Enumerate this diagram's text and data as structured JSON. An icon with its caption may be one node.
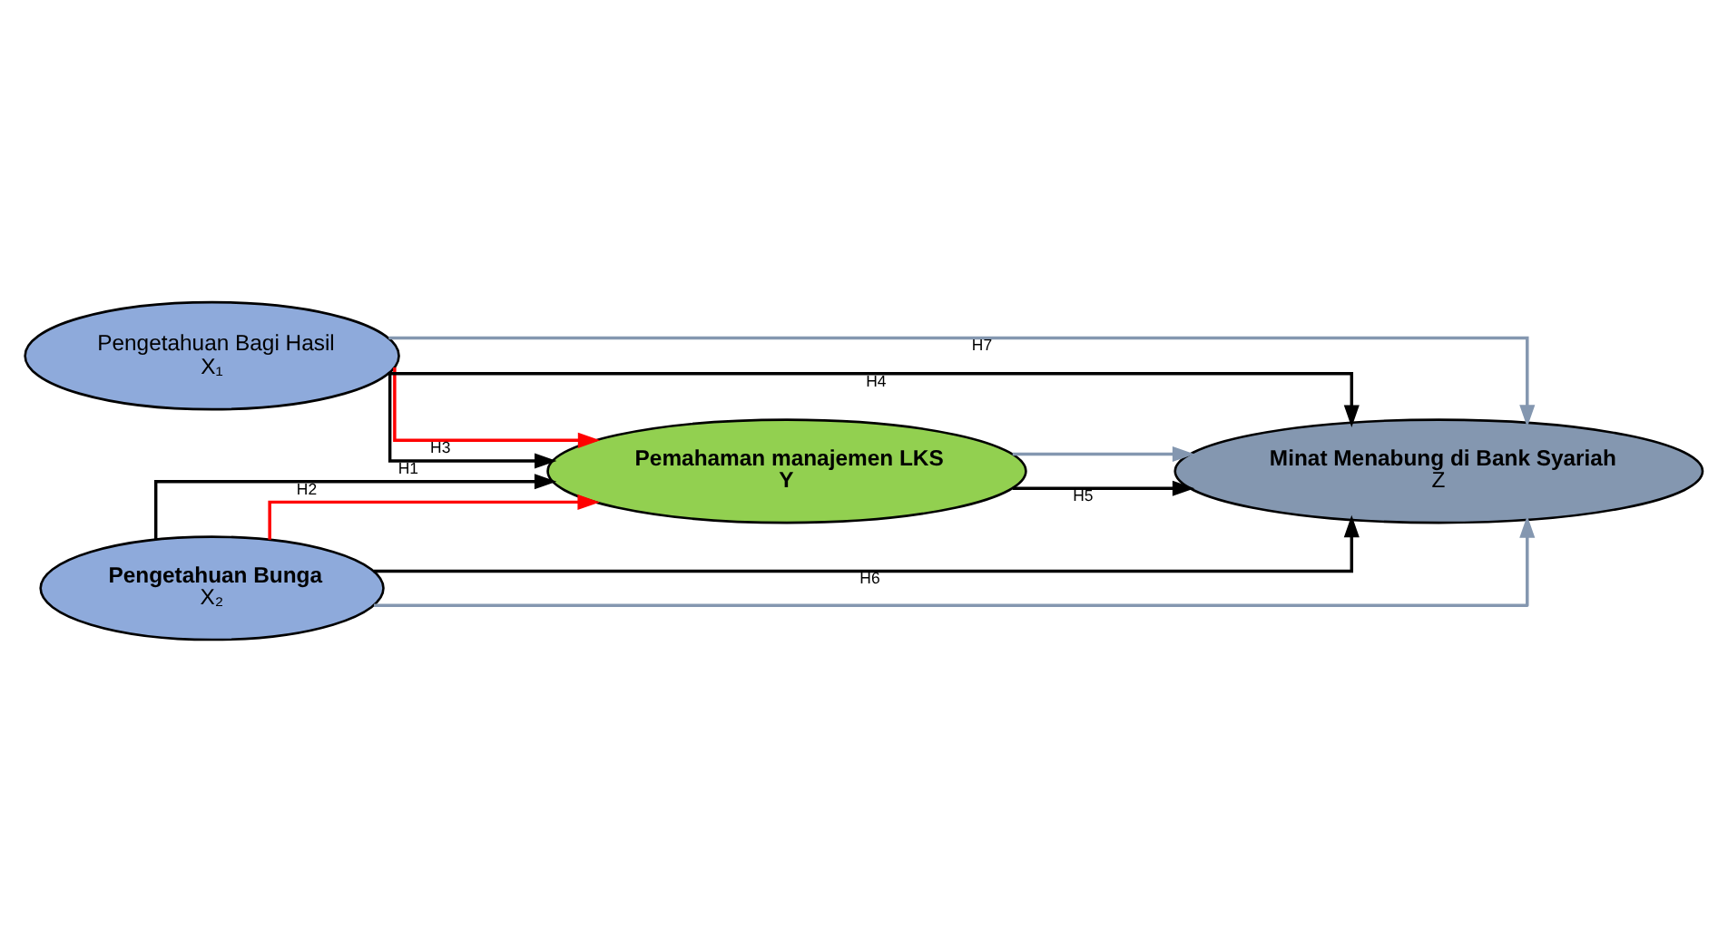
{
  "diagram": {
    "nodes": [
      {
        "text": [
          "Pengetahuan Bagi Hasil",
          "X₁"
        ]
      },
      {
        "text": [
          "Pengetahuan Bunga",
          "X₂"
        ]
      },
      {
        "text": [
          "Pemahaman manajemen LKS",
          "Y"
        ]
      },
      {
        "text": [
          "Minat Menabung di Bank Syariah",
          "Z"
        ]
      }
    ],
    "edges": [
      {
        "from": 0,
        "to": 2,
        "arrow": "to",
        "label": "H1"
      },
      {
        "from": 0,
        "to": 3,
        "arrow": "to",
        "label": "H4"
      },
      {
        "from": 1,
        "to": 2,
        "arrow": "to",
        "label": "H2"
      },
      {
        "from": 0,
        "to": 2,
        "arrow": "to",
        "color": "#ff0000",
        "label": "H3"
      },
      {
        "from": 1,
        "to": 2,
        "arrow": "to",
        "color": "#ff0000"
      },
      {
        "from": 2,
        "to": 3,
        "arrow": "to",
        "label": "H5"
      },
      {
        "from": 1,
        "to": 3,
        "arrow": "to",
        "label": "H6"
      },
      {
        "from": 0,
        "to": 3,
        "arrow": "to",
        "color": "#8497b0",
        "label": "H7"
      },
      {
        "from": 1,
        "to": 3,
        "arrow": "to",
        "color": "#8497b0"
      },
      {
        "from": 2,
        "to": 3,
        "arrow": "to",
        "color": "#8497b0"
      }
    ]
  }
}
